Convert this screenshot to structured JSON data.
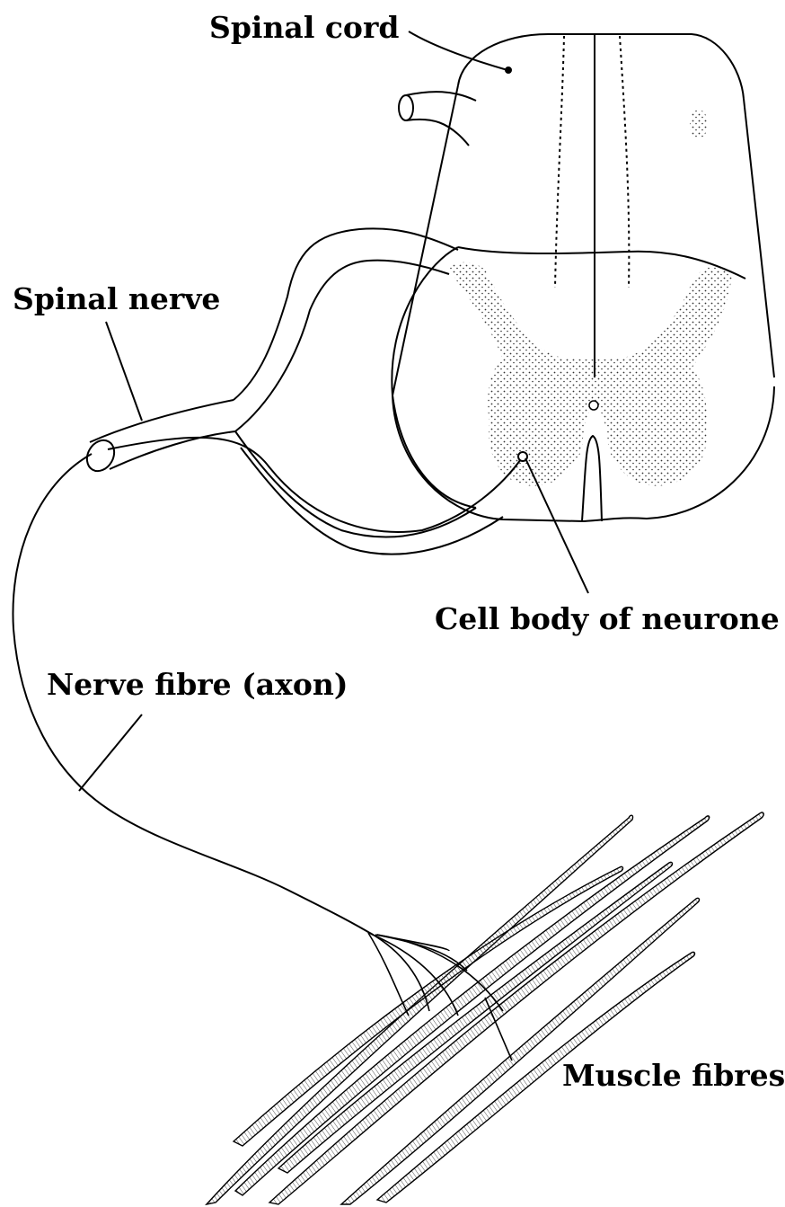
{
  "labels": {
    "spinal_cord": "Spinal cord",
    "spinal_nerve": "Spinal nerve",
    "cell_body": "Cell body of neurone",
    "nerve_fibre": "Nerve fibre (axon)",
    "muscle_fibres": "Muscle fibres"
  },
  "colors": {
    "ink": "#000000",
    "background": "#ffffff",
    "grey_matter_dots": "#333333"
  }
}
